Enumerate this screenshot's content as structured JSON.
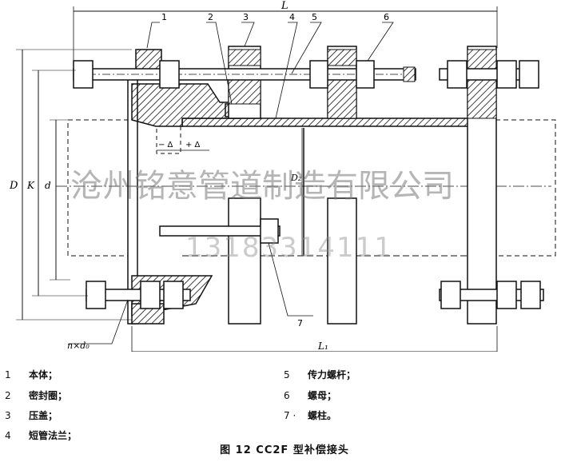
{
  "dimensions": {
    "L": "L",
    "L1": "L₁",
    "D": "D",
    "K": "K",
    "d": "d",
    "D2": "D₂",
    "minus_delta": "− Δ",
    "plus_delta": "+ Δ",
    "bolt_holes": "n×d₀"
  },
  "callouts": [
    "1",
    "2",
    "3",
    "4",
    "5",
    "6",
    "7"
  ],
  "legend_left": [
    {
      "num": "1",
      "label": "本体；"
    },
    {
      "num": "2",
      "label": "密封圈；"
    },
    {
      "num": "3",
      "label": "压盖；"
    },
    {
      "num": "4",
      "label": "短管法兰；"
    }
  ],
  "legend_right": [
    {
      "num": "5",
      "label": "传力螺杆；"
    },
    {
      "num": "6",
      "label": "螺母；"
    },
    {
      "num": "7 ·",
      "label": "螺柱。"
    }
  ],
  "caption": "图 12   CC2F 型补偿接头",
  "watermark": {
    "company": "沧州铭意管道制造有限公司",
    "phone": "13183314111"
  }
}
